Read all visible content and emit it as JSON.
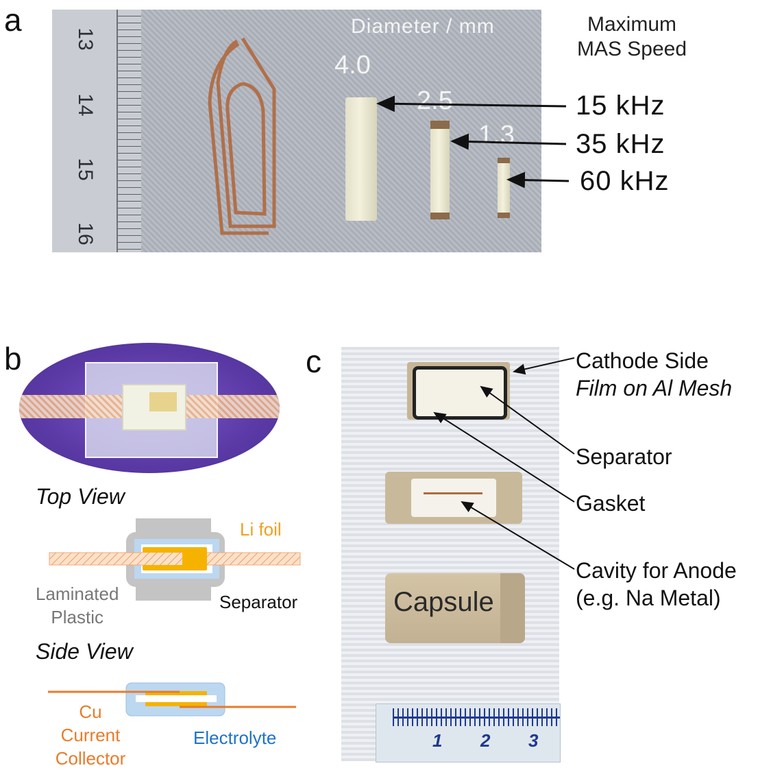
{
  "panels": {
    "a": {
      "letter": "a",
      "diameter_header": "Diameter / mm",
      "speed_header": [
        "Maximum",
        "MAS Speed"
      ],
      "ruler_numbers": [
        "13",
        "14",
        "15",
        "16"
      ],
      "diameters": [
        "4.0",
        "2.5",
        "1.3"
      ],
      "speeds": [
        "15 kHz",
        "35 kHz",
        "60 kHz"
      ]
    },
    "b": {
      "letter": "b",
      "top_view_title": "Top View",
      "side_view_title": "Side View",
      "li_foil": "Li foil",
      "laminated_plastic": [
        "Laminated",
        "Plastic"
      ],
      "separator": "Separator",
      "cu_collector": [
        "Cu",
        "Current",
        "Collector"
      ],
      "electrolyte": "Electrolyte"
    },
    "c": {
      "letter": "c",
      "cathode_side": "Cathode Side",
      "cathode_sub": "Film on Al Mesh",
      "separator": "Separator",
      "gasket": "Gasket",
      "cavity": "Cavity for Anode",
      "cavity_sub": "(e.g. Na Metal)",
      "capsule": "Capsule",
      "ruler_numbers": [
        "1",
        "2",
        "3"
      ]
    }
  },
  "colors": {
    "li_foil": "#f0a020",
    "foil_orange": "#f5b77a",
    "laminate_gray": "#c4c4c4",
    "separator_blue": "#bcd7f0",
    "cu_orange": "#e87b2a",
    "electrolyte_blue": "#1f72c8",
    "label_gray": "#777777"
  }
}
